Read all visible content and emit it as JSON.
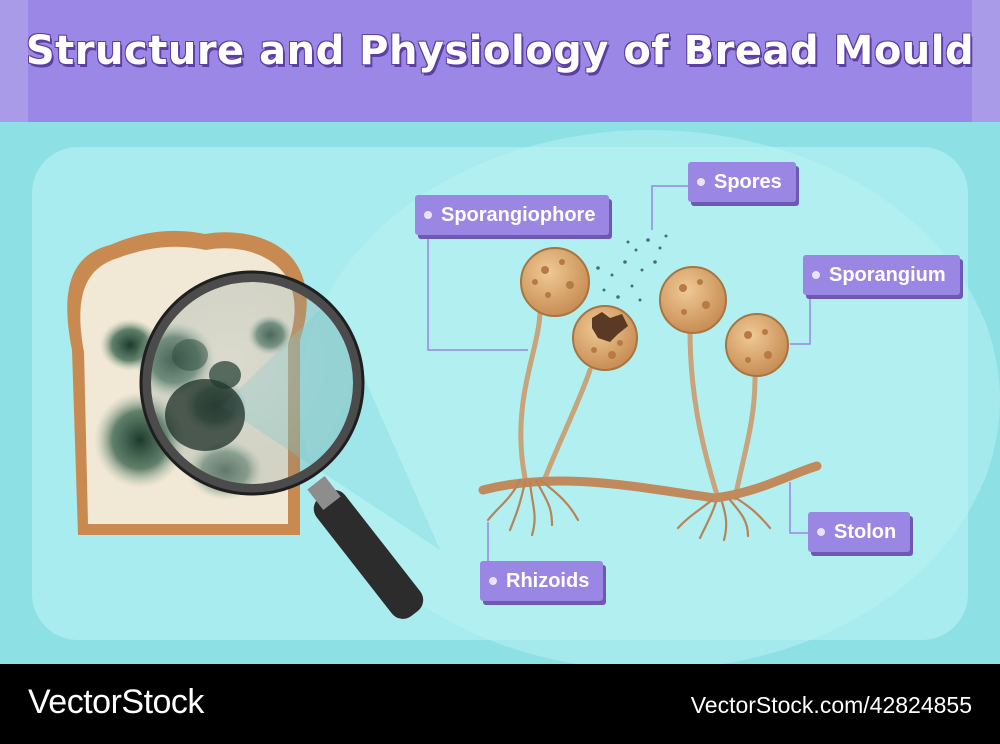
{
  "header": {
    "title": "Structure and Physiology of Bread Mould"
  },
  "labels": {
    "sporangiophore": "Sporangiophore",
    "spores": "Spores",
    "sporangium": "Sporangium",
    "stolon": "Stolon",
    "rhizoids": "Rhizoids"
  },
  "footer": {
    "brand": "VectorStock",
    "image_id": "VectorStock.com/42824855"
  },
  "colors": {
    "header_bg": "#9b87e6",
    "label_bg": "#9a86e3",
    "panel_bg": "#a9ecef",
    "stage_bg": "#8de0e4"
  }
}
